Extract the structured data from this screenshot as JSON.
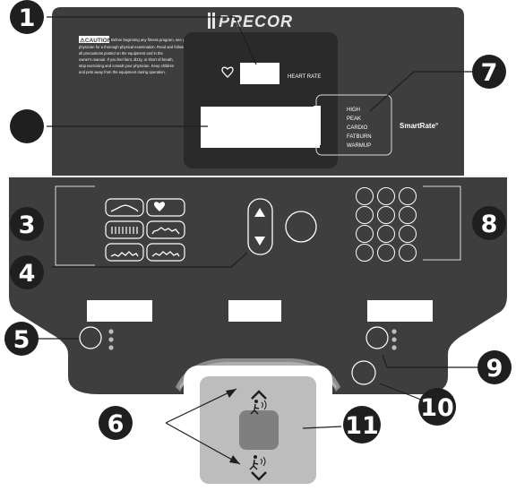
{
  "brand": "PRECOR",
  "caution": {
    "badge": "⚠CAUTION",
    "lines": [
      "Before beginning any fitness program, see your",
      "physician for a thorough physical examination. Read and follow",
      "all precautions posted on the equipment and in the",
      "owner's manual. If you feel faint, dizzy, or short of breath,",
      "stop exercising and consult your physician. Keep children",
      "and pets away from the equipment during operation."
    ]
  },
  "display": {
    "heart_rate_label": "HEART RATE",
    "smartrate_label": "SmartRate°",
    "zones": [
      "HIGH",
      "PEAK",
      "CARDIO",
      "FATBURN",
      "WARMUP"
    ]
  },
  "callouts": [
    "1",
    "",
    "3",
    "4",
    "5",
    "6",
    "7",
    "8",
    "9",
    "10",
    "11"
  ],
  "colors": {
    "console": "#3e3e3e",
    "panel": "#2a2a2a",
    "outline": "#d9d9d9",
    "window": "#ffffff",
    "callout_bg": "#1f1f1f",
    "handle": "#9a9a9a"
  },
  "icons": {
    "heart": "heart-icon",
    "up": "arrow-up-icon",
    "down": "arrow-down-icon",
    "walk_up": "walker-up-icon",
    "walk_down": "walker-down-icon"
  }
}
